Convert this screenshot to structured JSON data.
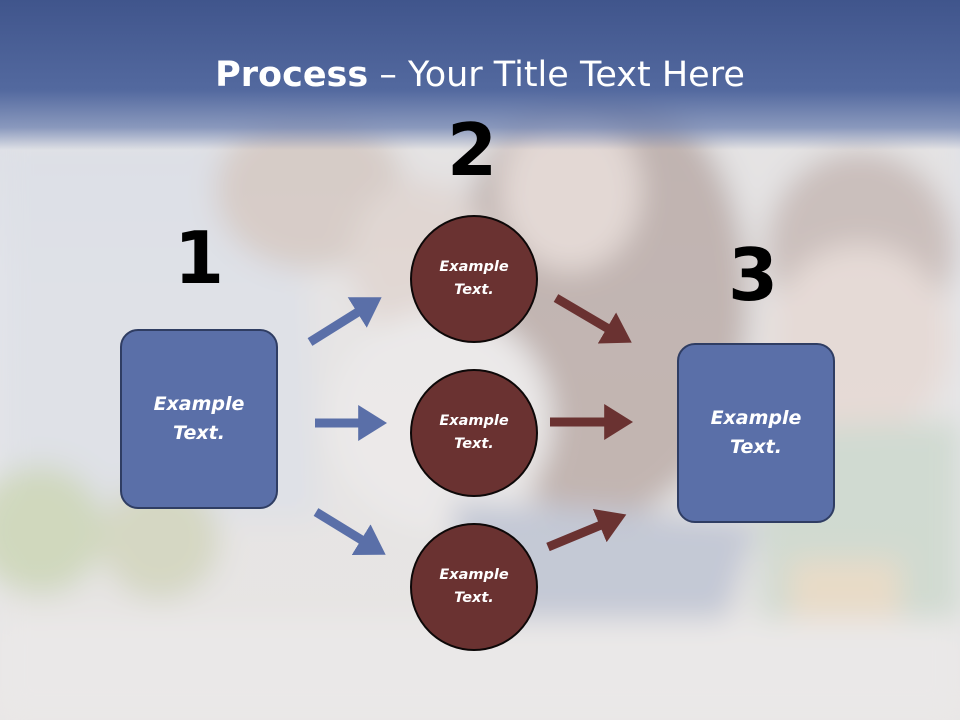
{
  "title": {
    "bold": "Process",
    "rest": " – Your Title Text Here"
  },
  "steps": [
    {
      "number": "1",
      "box_lines": [
        "Example",
        "Text."
      ]
    },
    {
      "number": "2",
      "circles": [
        {
          "lines": [
            "Example",
            "Text."
          ]
        },
        {
          "lines": [
            "Example",
            "Text."
          ]
        },
        {
          "lines": [
            "Example",
            "Text."
          ]
        }
      ]
    },
    {
      "number": "3",
      "box_lines": [
        "Example",
        "Text."
      ]
    }
  ],
  "colors": {
    "title_band": "#4a5e96",
    "box_fill": "#5a6fa8",
    "box_border": "#2f3d63",
    "circle_fill": "#6a3231",
    "blue_arrow": "#5a6fa8",
    "red_arrow": "#6a3231"
  }
}
